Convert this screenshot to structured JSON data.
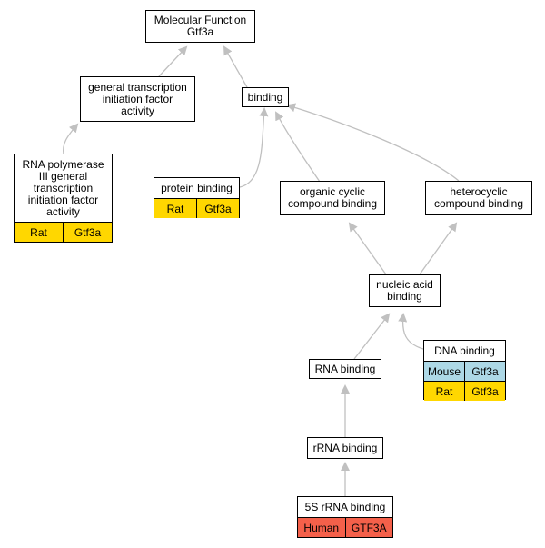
{
  "colors": {
    "edge": "#c0c0c0",
    "rat": "#ffd700",
    "mouse": "#add8e6",
    "human": "#f4604a"
  },
  "nodes": {
    "mf": {
      "line1": "Molecular Function",
      "line2": "Gtf3a"
    },
    "gtif": {
      "line1": "general transcription",
      "line2": "initiation factor",
      "line3": "activity"
    },
    "binding": {
      "label": "binding"
    },
    "rnap3": {
      "line1": "RNA polymerase",
      "line2": "III general",
      "line3": "transcription",
      "line4": "initiation factor",
      "line5": "activity",
      "rows": [
        {
          "species": "Rat",
          "gene": "Gtf3a"
        }
      ]
    },
    "protein": {
      "label": "protein binding",
      "rows": [
        {
          "species": "Rat",
          "gene": "Gtf3a"
        }
      ]
    },
    "organic": {
      "line1": "organic cyclic",
      "line2": "compound binding"
    },
    "hetero": {
      "line1": "heterocyclic",
      "line2": "compound binding"
    },
    "nucleic": {
      "line1": "nucleic acid",
      "line2": "binding"
    },
    "dna": {
      "label": "DNA binding",
      "rows": [
        {
          "species": "Mouse",
          "gene": "Gtf3a"
        },
        {
          "species": "Rat",
          "gene": "Gtf3a"
        }
      ]
    },
    "rna": {
      "label": "RNA binding"
    },
    "rrna": {
      "label": "rRNA binding"
    },
    "r5s": {
      "label": "5S rRNA binding",
      "rows": [
        {
          "species": "Human",
          "gene": "GTF3A"
        }
      ]
    }
  }
}
